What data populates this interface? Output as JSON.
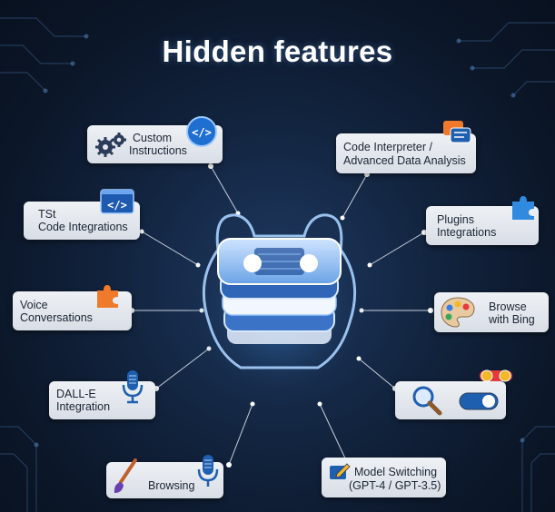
{
  "title": "Hidden features",
  "features": {
    "custom_instructions": {
      "line1": "Custom",
      "line2": "Instructions"
    },
    "code_interpreter": {
      "line1": "Code Interpreter /",
      "line2": "Advanced Data Analysis"
    },
    "code_integrations": {
      "line1": "TSt",
      "line2": "Code Integrations"
    },
    "plugins": {
      "line1": "Plugins",
      "line2": "Integrations"
    },
    "voice": {
      "line1": "Voice",
      "line2": "Conversations"
    },
    "browse_bing": {
      "line1": "Browse",
      "line2": "with Bing"
    },
    "dalle": {
      "line1": "DALL-E",
      "line2": "Integration"
    },
    "browsing": {
      "line1": "Browsing"
    },
    "model_switching": {
      "line1": "Model Switching",
      "line2": "(GPT-4 / GPT-3.5)"
    }
  },
  "icons": {
    "custom_instructions": [
      "gears-icon",
      "code-badge-icon"
    ],
    "code_interpreter": "chat-bubbles-icon",
    "code_integrations": "code-window-icon",
    "plugins": "puzzle-icon",
    "voice": "puzzle-icon",
    "browse_bing": "palette-icon",
    "dalle": "microphone-icon",
    "search_toggle": [
      "magnifier-icon",
      "toggle-icon",
      "toggle-badge-icon"
    ],
    "browsing": [
      "paintbrush-icon",
      "microphone-icon"
    ],
    "model_switching": "edit-window-icon"
  },
  "colors": {
    "background": "#0b1628",
    "card": "#e4e8ee",
    "accent_glow": "#5fb0ff",
    "puzzle_blue": "#2f8ae0",
    "puzzle_orange": "#f07a2c"
  }
}
